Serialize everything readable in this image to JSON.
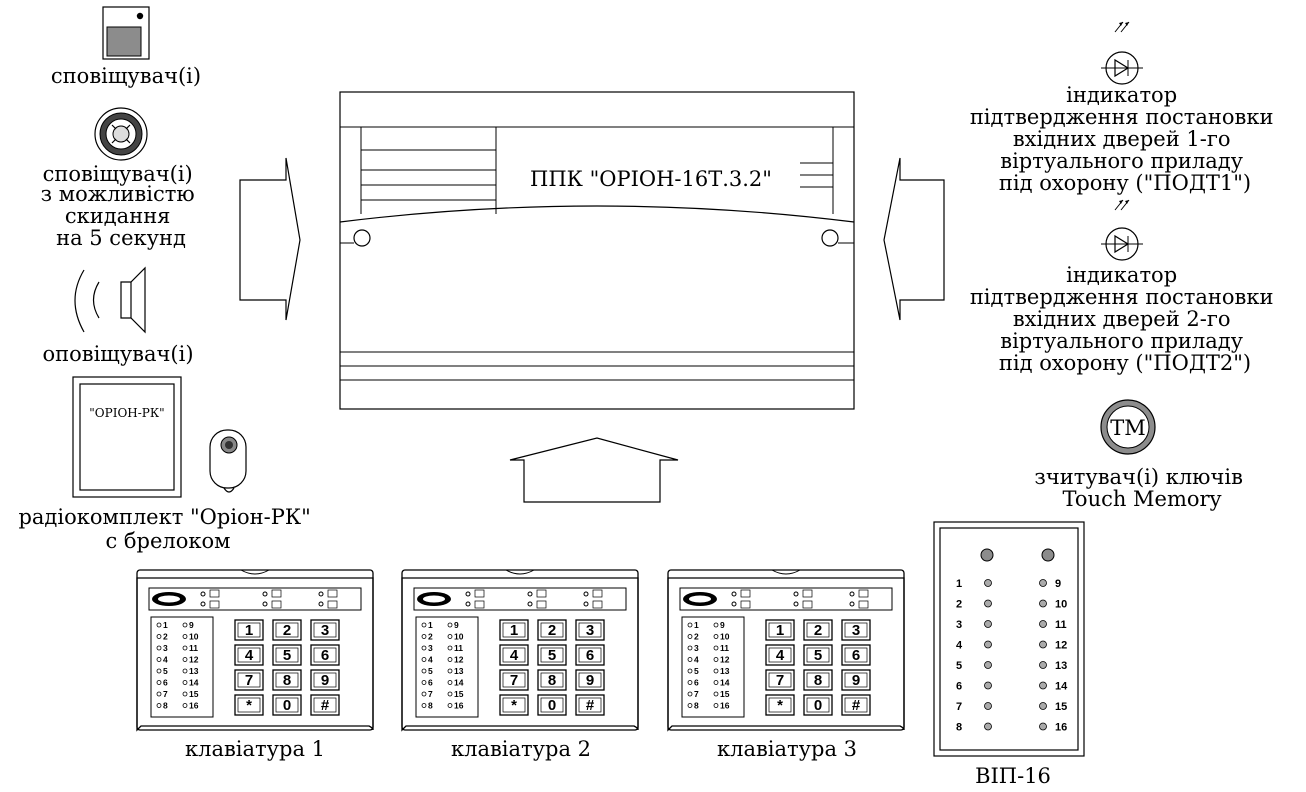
{
  "left": {
    "detector": [
      "сповіщувач(і)"
    ],
    "detector_reset": [
      "сповіщувач(і)",
      "з можливістю",
      "скидання",
      "на 5 секунд"
    ],
    "sounder": [
      "оповіщувач(і)"
    ],
    "radio_box_label": "\"ОРІОН-РК\"",
    "radio": [
      "радіокомплект \"Оріон-РК\"",
      "с брелоком"
    ]
  },
  "center": {
    "panel_title": "ППК \"ОРІОН-16Т.3.2\""
  },
  "right": {
    "indicator1": [
      "індикатор",
      "підтвердження постановки",
      "вхідних дверей 1-го",
      "віртуального приладу",
      "під охорону (\"ПОДТ1\")"
    ],
    "indicator2": [
      "індикатор",
      "підтвердження постановки",
      "вхідних дверей 2-го",
      "віртуального приладу",
      "під охорону (\"ПОДТ2\")"
    ],
    "tm_badge": "ТМ",
    "tm_reader": [
      "зчитувач(і) ключів",
      "Touch Memory"
    ]
  },
  "keypads": {
    "labels": [
      "клавіатура 1",
      "клавіатура 2",
      "клавіатура 3"
    ],
    "keys": [
      "1",
      "2",
      "3",
      "4",
      "5",
      "6",
      "7",
      "8",
      "9",
      "*",
      "0",
      "#"
    ],
    "leds_left": [
      "1",
      "2",
      "3",
      "4",
      "5",
      "6",
      "7",
      "8"
    ],
    "leds_right": [
      "9",
      "10",
      "11",
      "12",
      "13",
      "14",
      "15",
      "16"
    ]
  },
  "vip16": {
    "label": "ВІП-16",
    "left_numbers": [
      "1",
      "2",
      "3",
      "4",
      "5",
      "6",
      "7",
      "8"
    ],
    "right_numbers": [
      "9",
      "10",
      "11",
      "12",
      "13",
      "14",
      "15",
      "16"
    ]
  },
  "colors": {
    "ink": "#000000",
    "grey_fill": "#8c8c8c",
    "paper": "#ffffff"
  }
}
